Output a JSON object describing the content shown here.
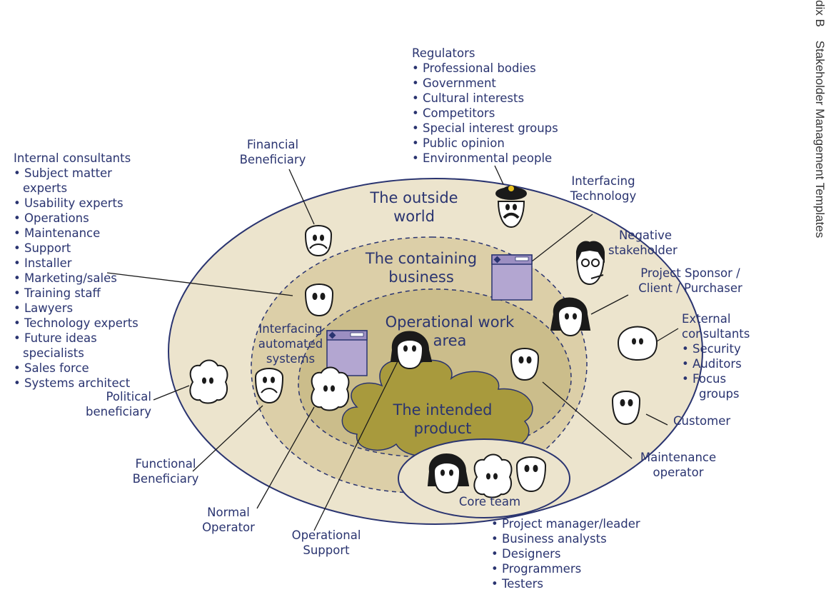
{
  "page_header": {
    "appendix": "dix B",
    "title": "Stakeholder Management Templates"
  },
  "colors": {
    "outer_world": "#ece4cd",
    "containing_business": "#dccfa8",
    "work_area": "#cbbd8b",
    "product_cloud": "#a89a3d",
    "core_team": "#ece4cd",
    "text": "#2a3470",
    "document": "#b3a6d1"
  },
  "zones": {
    "outside": [
      "The outside",
      "world"
    ],
    "containing": [
      "The containing",
      "business"
    ],
    "work_area": [
      "Operational work",
      "area"
    ],
    "product": [
      "The intended",
      "product"
    ],
    "core_team": "Core team"
  },
  "labels": {
    "regulators": {
      "title": "Regulators",
      "items": [
        "Professional bodies",
        "Government",
        "Cultural interests",
        "Competitors",
        "Special interest groups",
        "Public opinion",
        "Environmental people"
      ]
    },
    "internal_consultants": {
      "title": "Internal consultants",
      "items": [
        [
          "Subject matter",
          "experts"
        ],
        [
          "Usability experts"
        ],
        [
          "Operations"
        ],
        [
          "Maintenance"
        ],
        [
          "Support"
        ],
        [
          "Installer"
        ],
        [
          "Marketing/sales"
        ],
        [
          "Training staff"
        ],
        [
          "Lawyers"
        ],
        [
          "Technology experts"
        ],
        [
          "Future ideas",
          "specialists"
        ],
        [
          "Sales force"
        ],
        [
          "Systems architect"
        ]
      ]
    },
    "financial_beneficiary": [
      "Financial",
      "Beneficiary"
    ],
    "interfacing_technology": [
      "Interfacing",
      "Technology"
    ],
    "negative_stakeholder": [
      "Negative",
      "stakeholder"
    ],
    "project_sponsor": [
      "Project Sponsor /",
      "Client / Purchaser"
    ],
    "external_consultants": {
      "title": "External",
      "title2": "consultants",
      "items": [
        [
          "Security"
        ],
        [
          "Auditors"
        ],
        [
          "Focus",
          "groups"
        ]
      ]
    },
    "customer": "Customer",
    "maintenance_operator": [
      "Maintenance",
      "operator"
    ],
    "political_beneficiary": [
      "Political",
      "beneficiary"
    ],
    "interfacing_automated": [
      "Interfacing",
      "automated",
      "systems"
    ],
    "functional_beneficiary": [
      "Functional",
      "Beneficiary"
    ],
    "normal_operator": [
      "Normal",
      "Operator"
    ],
    "operational_support": [
      "Operational",
      "Support"
    ],
    "core_team_members": [
      "Project manager/leader",
      "Business analysts",
      "Designers",
      "Programmers",
      "Testers"
    ]
  }
}
